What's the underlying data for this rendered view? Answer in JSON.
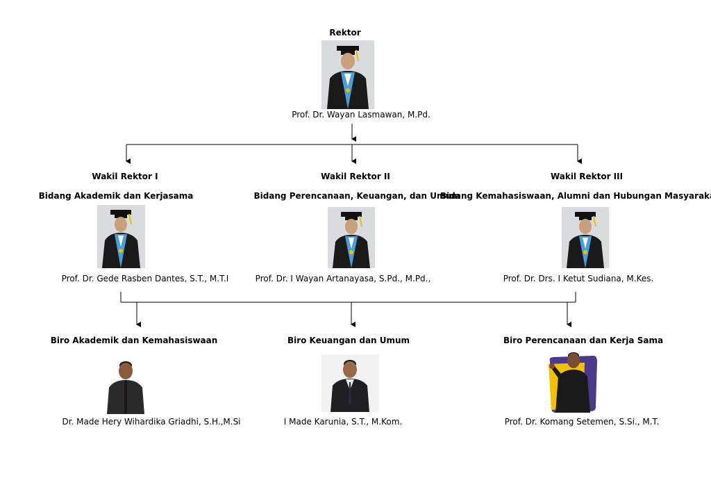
{
  "rector": {
    "title": "Rektor",
    "name": "Prof. Dr. Wayan Lasmawan, M.Pd.",
    "photo_icon": "academic-portrait-icon"
  },
  "vice_rectors": [
    {
      "title": "Wakil Rektor I",
      "field": "Bidang Akademik dan Kerjasama",
      "name": "Prof. Dr. Gede Rasben Dantes, S.T., M.T.I",
      "photo_icon": "academic-portrait-icon"
    },
    {
      "title": "Wakil Rektor II",
      "field": "Bidang Perencanaan, Keuangan, dan Umum",
      "name": "Prof. Dr. I Wayan Artanayasa, S.Pd., M.Pd.,",
      "photo_icon": "academic-portrait-icon"
    },
    {
      "title": "Wakil Rektor III",
      "field": "Bidang Kemahasiswaan, Alumni dan Hubungan Masyarakat",
      "name": "Prof. Dr. Drs. I Ketut Sudiana, M.Kes.",
      "photo_icon": "academic-portrait-icon"
    }
  ],
  "bureaus": [
    {
      "title": "Biro Akademik dan Kemahasiswaan",
      "name": "Dr. Made Hery Wihardika Griadhi, S.H.,M.Si",
      "photo_icon": "person-portrait-icon"
    },
    {
      "title": "Biro Keuangan dan Umum",
      "name": "I Made Karunia, S.T., M.Kom.",
      "photo_icon": "person-portrait-icon"
    },
    {
      "title": "Biro Perencanaan dan Kerja Sama",
      "name": "Prof. Dr. Komang Setemen, S.Si., M.T.",
      "photo_icon": "person-portrait-icon"
    }
  ],
  "colors": {
    "line": "#000000",
    "gown": "#1a1a1a",
    "sash": "#4a9fd8",
    "photo_bg": "#d7d9dc",
    "accent_purple": "#4b3a8c",
    "accent_yellow": "#f2c200"
  }
}
